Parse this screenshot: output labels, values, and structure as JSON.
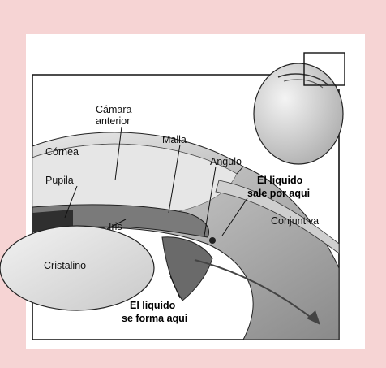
{
  "diagram": {
    "labels": {
      "camara_line1": "Cámara",
      "camara_line2": "anterior",
      "cornea": "Córnea",
      "malla": "Malla",
      "angulo": "Angulo",
      "pupila": "Pupila",
      "iris": "Iris",
      "cristalino": "Cristalino",
      "conjuntiva": "Conjuntiva",
      "sale_line1": "El liquido",
      "sale_line2": "sale por aqui",
      "forma_line1": "El liquido",
      "forma_line2": "se forma aqui"
    },
    "colors": {
      "background": "#f6d4d4",
      "panel": "#ffffff",
      "outline": "#111111",
      "tissue_light": "#d9d9d9",
      "tissue_mid": "#b8b8b8",
      "tissue_dark": "#6f6f6f"
    }
  }
}
